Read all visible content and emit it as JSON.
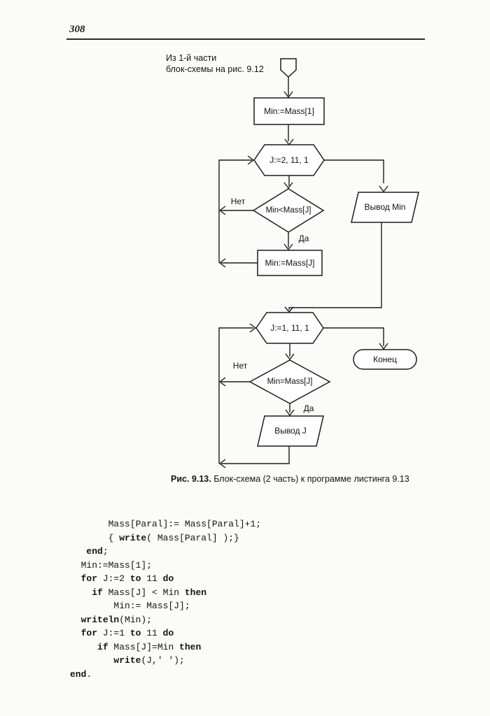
{
  "page": {
    "number": "308"
  },
  "flowchart": {
    "intro_note_line1": "Из 1-й части",
    "intro_note_line2": "блок-схемы на рис. 9.12",
    "nodes": {
      "assign_min_first": "Min:=Mass[1]",
      "loop1": "J:=2, 11, 1",
      "cond1": "Min<Mass[J]",
      "assign_min_j": "Min:=Mass[J]",
      "output_min": "Вывод Min",
      "loop2": "J:=1, 11, 1",
      "end_terminator": "Конец",
      "cond2": "Min=Mass[J]",
      "output_j": "Вывод J"
    },
    "labels": {
      "no1": "Нет",
      "yes1": "Да",
      "no2": "Нет",
      "yes2": "Да"
    }
  },
  "caption": {
    "prefix": "Рис. 9.13.",
    "text": " Блок-схема (2 часть) к программе листинга 9.13"
  },
  "code": {
    "lines": [
      [
        {
          "t": "       Mass[Paral]:= Mass[Paral]+1;",
          "b": false
        }
      ],
      [
        {
          "t": "       { ",
          "b": false
        },
        {
          "t": "write",
          "b": true
        },
        {
          "t": "( Mass[Paral] );}",
          "b": false
        }
      ],
      [
        {
          "t": "   ",
          "b": false
        },
        {
          "t": "end",
          "b": true
        },
        {
          "t": ";",
          "b": false
        }
      ],
      [
        {
          "t": "  Min:=Mass[1];",
          "b": false
        }
      ],
      [
        {
          "t": "  ",
          "b": false
        },
        {
          "t": "for",
          "b": true
        },
        {
          "t": " J:=2 ",
          "b": false
        },
        {
          "t": "to",
          "b": true
        },
        {
          "t": " 11 ",
          "b": false
        },
        {
          "t": "do",
          "b": true
        }
      ],
      [
        {
          "t": "    ",
          "b": false
        },
        {
          "t": "if",
          "b": true
        },
        {
          "t": " Mass[J] < Min ",
          "b": false
        },
        {
          "t": "then",
          "b": true
        }
      ],
      [
        {
          "t": "        Min:= Mass[J];",
          "b": false
        }
      ],
      [
        {
          "t": "  ",
          "b": false
        },
        {
          "t": "writeln",
          "b": true
        },
        {
          "t": "(Min);",
          "b": false
        }
      ],
      [
        {
          "t": "  ",
          "b": false
        },
        {
          "t": "for",
          "b": true
        },
        {
          "t": " J:=1 ",
          "b": false
        },
        {
          "t": "to",
          "b": true
        },
        {
          "t": " 11 ",
          "b": false
        },
        {
          "t": "do",
          "b": true
        }
      ],
      [
        {
          "t": "     ",
          "b": false
        },
        {
          "t": "if",
          "b": true
        },
        {
          "t": " Mass[J]=Min ",
          "b": false
        },
        {
          "t": "then",
          "b": true
        }
      ],
      [
        {
          "t": "        ",
          "b": false
        },
        {
          "t": "write",
          "b": true
        },
        {
          "t": "(J,' ');",
          "b": false
        }
      ],
      [
        {
          "t": "end",
          "b": true
        },
        {
          "t": ".",
          "b": false
        }
      ]
    ]
  }
}
